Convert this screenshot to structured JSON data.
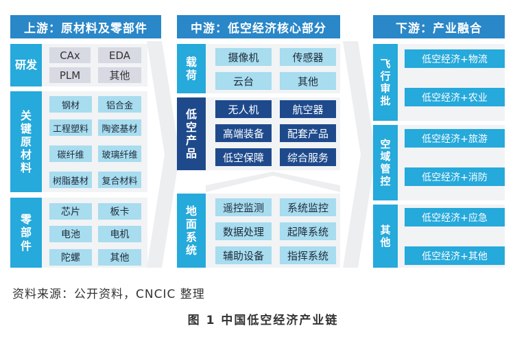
{
  "headers": {
    "upstream": "上游：原材料及零部件",
    "midstream": "中游：低空经济核心部分",
    "downstream": "下游：产业融合"
  },
  "upstream": {
    "research": {
      "label": "研发",
      "items": [
        "CAx",
        "EDA",
        "PLM",
        "其他"
      ]
    },
    "materials": {
      "label": "关键原材料",
      "items": [
        "钢材",
        "铝合金",
        "工程塑料",
        "陶瓷基材",
        "碳纤维",
        "玻璃纤维",
        "树脂基材",
        "复合材料"
      ]
    },
    "parts": {
      "label": "零部件",
      "items": [
        "芯片",
        "板卡",
        "电池",
        "电机",
        "陀螺",
        "其他"
      ]
    }
  },
  "midstream": {
    "payload": {
      "label": "载荷",
      "items": [
        "摄像机",
        "传感器",
        "云台",
        "其他"
      ]
    },
    "products": {
      "label": "低空产品",
      "items": [
        "无人机",
        "航空器",
        "高端装备",
        "配套产品",
        "低空保障",
        "综合服务"
      ]
    },
    "ground": {
      "label": "地面系统",
      "items": [
        "遥控监测",
        "系统监控",
        "数据处理",
        "起降系统",
        "辅助设备",
        "指挥系统"
      ]
    }
  },
  "downstream": {
    "approval": {
      "label": "飞行审批",
      "items": [
        "低空经济+物流",
        "低空经济+农业"
      ]
    },
    "airspace": {
      "label": "空域管控",
      "items": [
        "低空经济+旅游",
        "低空经济+消防"
      ]
    },
    "other": {
      "label": "其他",
      "items": [
        "低空经济+应急",
        "低空经济+其他"
      ]
    }
  },
  "source": "资料来源：公开资料，CNCIC 整理",
  "figure_title": "图 1   中国低空经济产业链"
}
